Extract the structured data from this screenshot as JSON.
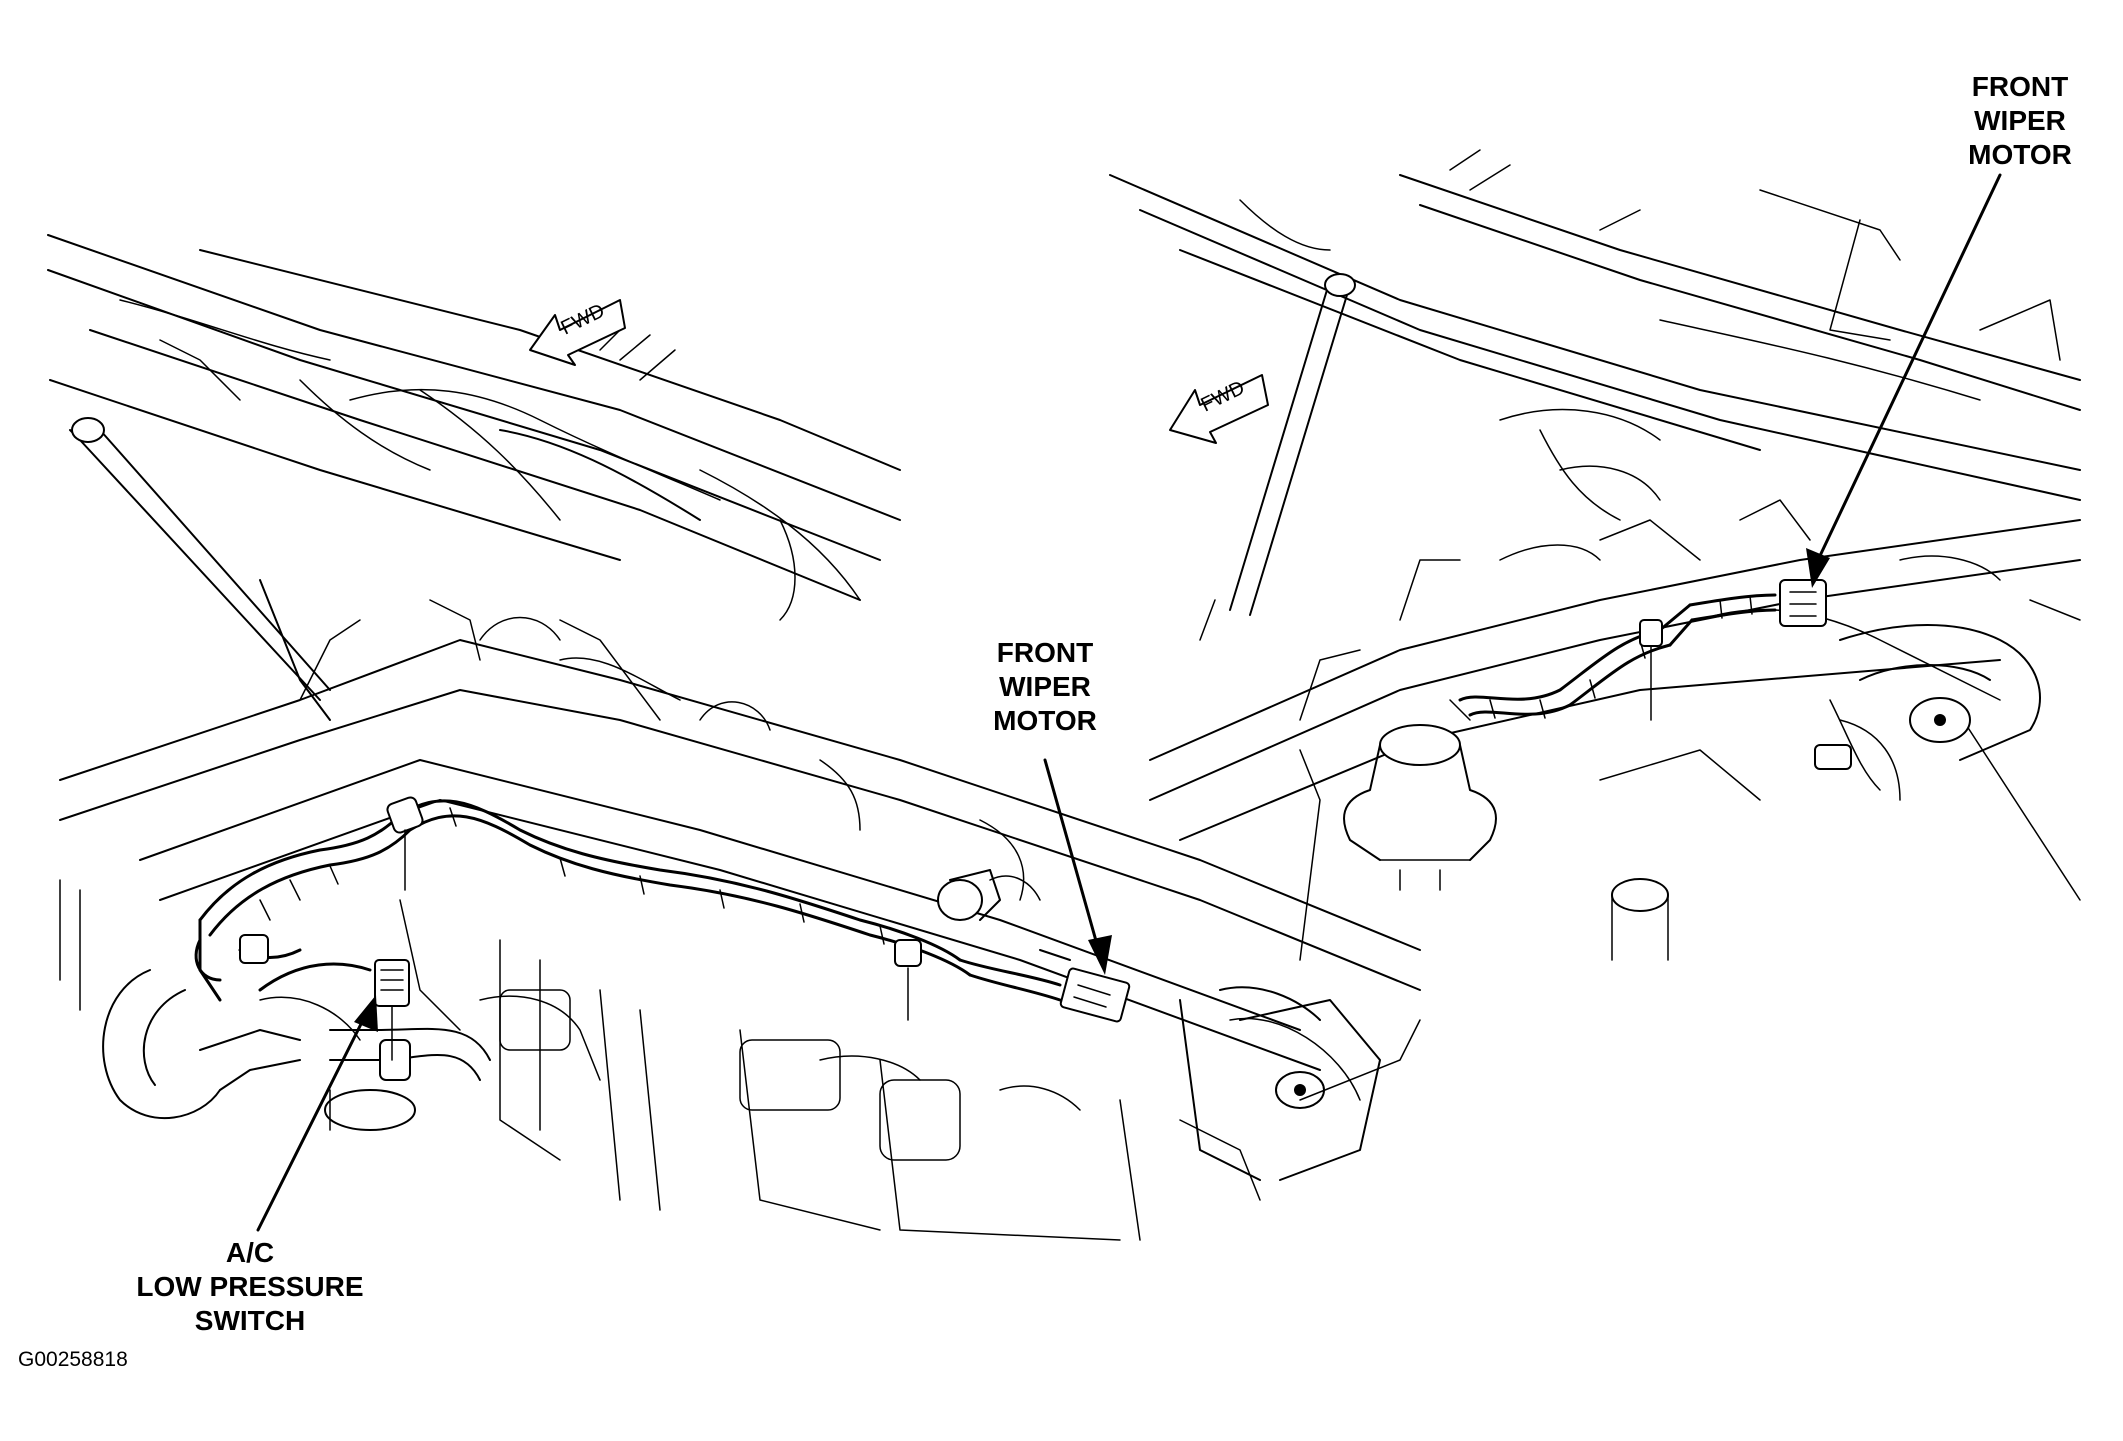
{
  "figure_id": "G00258818",
  "callouts": {
    "left_wiper_motor": [
      "FRONT",
      "WIPER",
      "MOTOR"
    ],
    "ac_low_pressure_switch": [
      "A/C",
      "LOW PRESSURE",
      "SWITCH"
    ],
    "right_wiper_motor": [
      "FRONT",
      "WIPER",
      "MOTOR"
    ]
  },
  "direction_label": "FWD",
  "colors": {
    "line": "#000000",
    "background": "#ffffff"
  }
}
